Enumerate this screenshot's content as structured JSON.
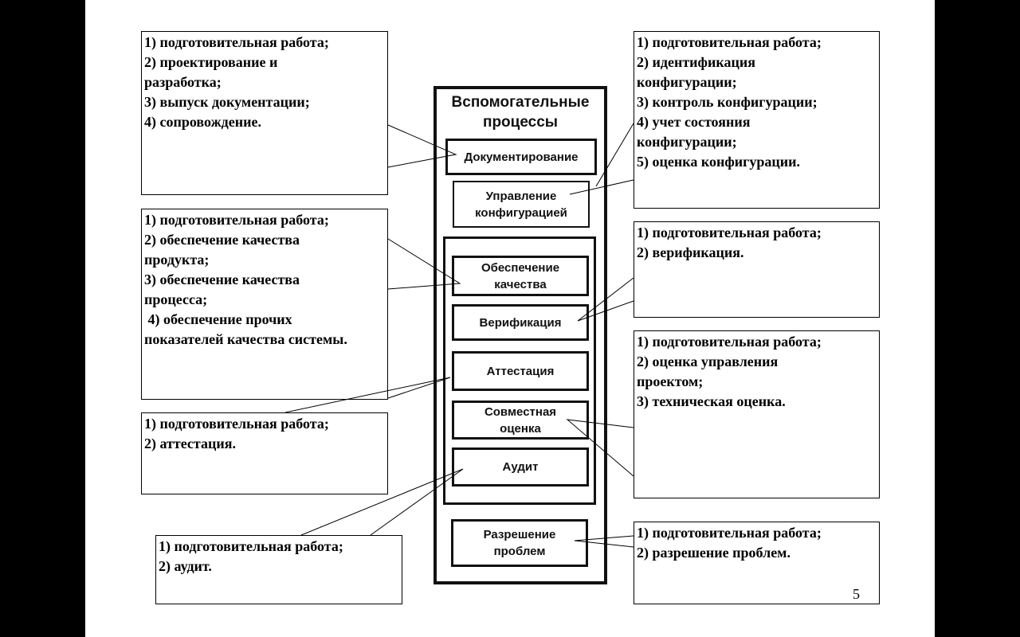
{
  "diagram": {
    "title": "Вспомогательные\nпроцессы",
    "processes": {
      "documentation": "Документирование",
      "configuration": "Управление\nконфигурацией",
      "quality": "Обеспечение\nкачества",
      "verification": "Верификация",
      "attestation": "Аттестация",
      "joint_review": "Совместная\nоценка",
      "audit": "Аудит",
      "problem_resolution": "Разрешение\nпроблем"
    }
  },
  "notes": {
    "documentation": [
      "1) подготовительная работа;",
      "2) проектирование и",
      "разработка;",
      "3) выпуск документации;",
      "4) сопровождение."
    ],
    "configuration": [
      "1) подготовительная работа;",
      "2) идентификация",
      "конфигурации;",
      "3) контроль конфигурации;",
      "4) учет состояния",
      "конфигурации;",
      "5) оценка конфигурации."
    ],
    "quality": [
      "1) подготовительная работа;",
      "2) обеспечение качества",
      "продукта;",
      "3) обеспечение качества",
      "процесса;",
      " 4) обеспечение прочих",
      "показателей качества системы."
    ],
    "verification": [
      "1) подготовительная работа;",
      "2) верификация."
    ],
    "joint_review": [
      "1) подготовительная работа;",
      "2) оценка управления",
      "проектом;",
      "3) техническая оценка."
    ],
    "attestation": [
      "1) подготовительная работа;",
      "2) аттестация."
    ],
    "audit": [
      "1) подготовительная работа;",
      "2) аудит."
    ],
    "problem_resolution": [
      "1) подготовительная работа;",
      "2) разрешение проблем."
    ]
  },
  "page_number": "5"
}
